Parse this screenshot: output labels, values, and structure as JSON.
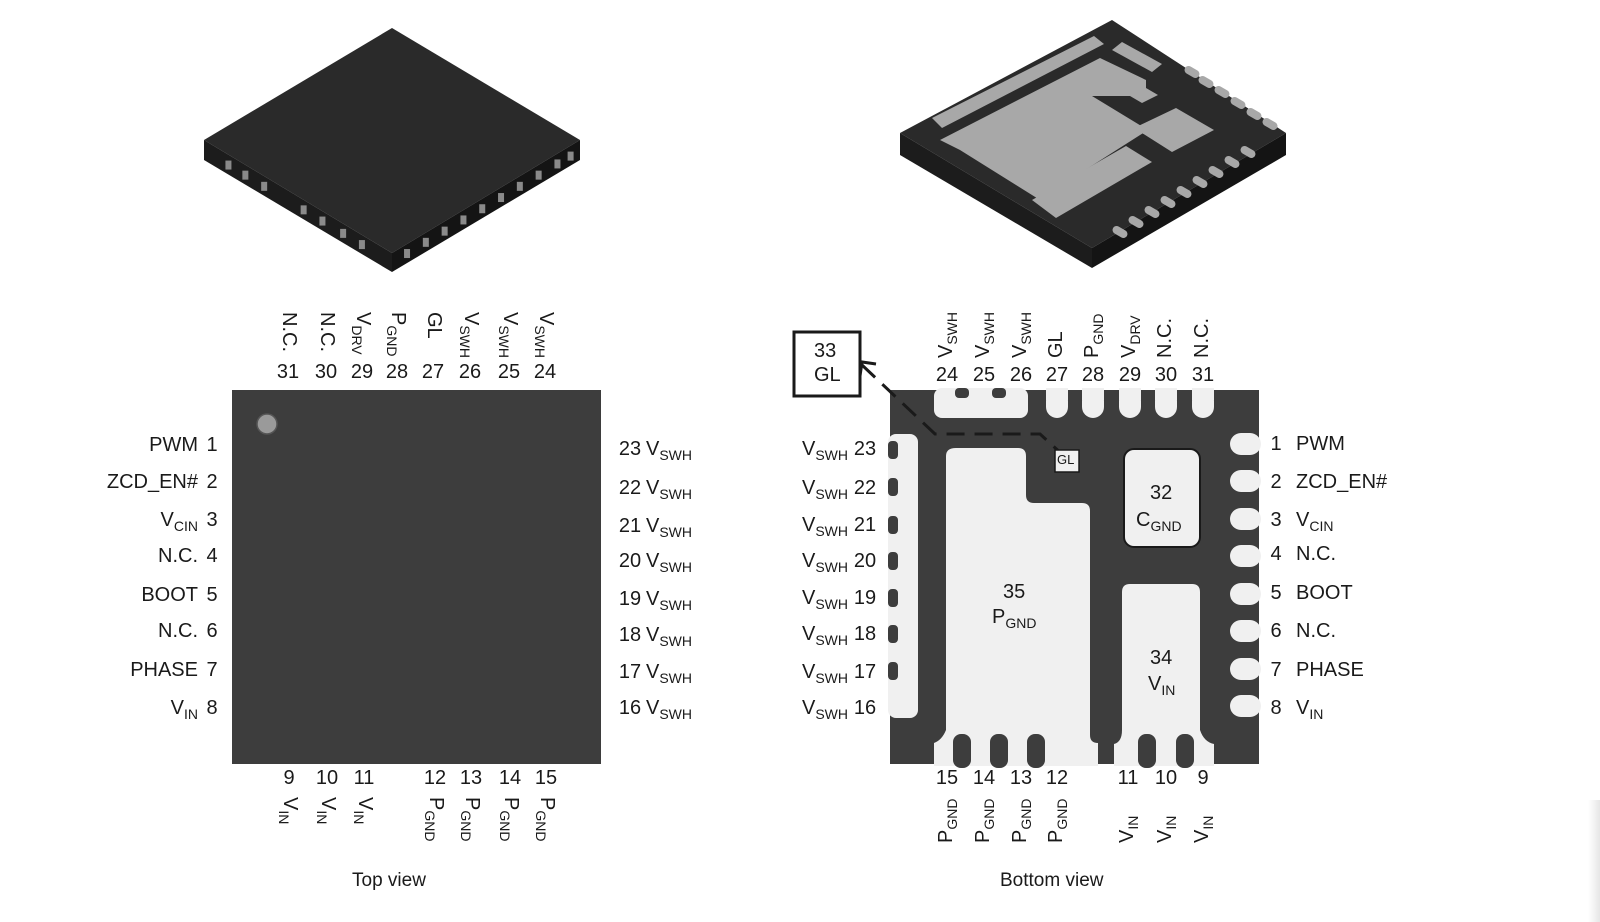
{
  "colors": {
    "package_body": "#3d3d3d",
    "package_3d_top": "#2a2a2a",
    "package_3d_side": "#1b1b1b",
    "pad_fill": "#f0f0f0",
    "pad_3d": "#a8a8a8",
    "pin1_dot": "#9a9a9a",
    "text": "#1a1a1a"
  },
  "captions": {
    "top_view": "Top view",
    "bottom_view": "Bottom view"
  },
  "top_view": {
    "left_pins": [
      {
        "num": "1",
        "name": "PWM",
        "sub": ""
      },
      {
        "num": "2",
        "name": "ZCD_EN#",
        "sub": ""
      },
      {
        "num": "3",
        "name": "V",
        "sub": "CIN"
      },
      {
        "num": "4",
        "name": "N.C.",
        "sub": ""
      },
      {
        "num": "5",
        "name": "BOOT",
        "sub": ""
      },
      {
        "num": "6",
        "name": "N.C.",
        "sub": ""
      },
      {
        "num": "7",
        "name": "PHASE",
        "sub": ""
      },
      {
        "num": "8",
        "name": "V",
        "sub": "IN"
      }
    ],
    "bottom_pins": [
      {
        "num": "9",
        "name": "V",
        "sub": "IN"
      },
      {
        "num": "10",
        "name": "V",
        "sub": "IN"
      },
      {
        "num": "11",
        "name": "V",
        "sub": "IN"
      },
      {
        "num": "12",
        "name": "P",
        "sub": "GND"
      },
      {
        "num": "13",
        "name": "P",
        "sub": "GND"
      },
      {
        "num": "14",
        "name": "P",
        "sub": "GND"
      },
      {
        "num": "15",
        "name": "P",
        "sub": "GND"
      }
    ],
    "right_pins": [
      {
        "num": "16",
        "name": "V",
        "sub": "SWH"
      },
      {
        "num": "17",
        "name": "V",
        "sub": "SWH"
      },
      {
        "num": "18",
        "name": "V",
        "sub": "SWH"
      },
      {
        "num": "19",
        "name": "V",
        "sub": "SWH"
      },
      {
        "num": "20",
        "name": "V",
        "sub": "SWH"
      },
      {
        "num": "21",
        "name": "V",
        "sub": "SWH"
      },
      {
        "num": "22",
        "name": "V",
        "sub": "SWH"
      },
      {
        "num": "23",
        "name": "V",
        "sub": "SWH"
      }
    ],
    "top_pins": [
      {
        "num": "24",
        "name": "V",
        "sub": "SWH"
      },
      {
        "num": "25",
        "name": "V",
        "sub": "SWH"
      },
      {
        "num": "26",
        "name": "V",
        "sub": "SWH"
      },
      {
        "num": "27",
        "name": "GL",
        "sub": ""
      },
      {
        "num": "28",
        "name": "P",
        "sub": "GND"
      },
      {
        "num": "29",
        "name": "V",
        "sub": "DRV"
      },
      {
        "num": "30",
        "name": "N.C.",
        "sub": ""
      },
      {
        "num": "31",
        "name": "N.C.",
        "sub": ""
      }
    ]
  },
  "bottom_view": {
    "right_pins": [
      {
        "num": "1",
        "name": "PWM",
        "sub": ""
      },
      {
        "num": "2",
        "name": "ZCD_EN#",
        "sub": ""
      },
      {
        "num": "3",
        "name": "V",
        "sub": "CIN"
      },
      {
        "num": "4",
        "name": "N.C.",
        "sub": ""
      },
      {
        "num": "5",
        "name": "BOOT",
        "sub": ""
      },
      {
        "num": "6",
        "name": "N.C.",
        "sub": ""
      },
      {
        "num": "7",
        "name": "PHASE",
        "sub": ""
      },
      {
        "num": "8",
        "name": "V",
        "sub": "IN"
      }
    ],
    "left_pins": [
      {
        "num": "23",
        "name": "V",
        "sub": "SWH"
      },
      {
        "num": "22",
        "name": "V",
        "sub": "SWH"
      },
      {
        "num": "21",
        "name": "V",
        "sub": "SWH"
      },
      {
        "num": "20",
        "name": "V",
        "sub": "SWH"
      },
      {
        "num": "19",
        "name": "V",
        "sub": "SWH"
      },
      {
        "num": "18",
        "name": "V",
        "sub": "SWH"
      },
      {
        "num": "17",
        "name": "V",
        "sub": "SWH"
      },
      {
        "num": "16",
        "name": "V",
        "sub": "SWH"
      }
    ],
    "top_pins": [
      {
        "num": "24",
        "name": "V",
        "sub": "SWH"
      },
      {
        "num": "25",
        "name": "V",
        "sub": "SWH"
      },
      {
        "num": "26",
        "name": "V",
        "sub": "SWH"
      },
      {
        "num": "27",
        "name": "GL",
        "sub": ""
      },
      {
        "num": "28",
        "name": "P",
        "sub": "GND"
      },
      {
        "num": "29",
        "name": "V",
        "sub": "DRV"
      },
      {
        "num": "30",
        "name": "N.C.",
        "sub": ""
      },
      {
        "num": "31",
        "name": "N.C.",
        "sub": ""
      }
    ],
    "bottom_pins": [
      {
        "num": "15",
        "name": "P",
        "sub": "GND"
      },
      {
        "num": "14",
        "name": "P",
        "sub": "GND"
      },
      {
        "num": "13",
        "name": "P",
        "sub": "GND"
      },
      {
        "num": "12",
        "name": "P",
        "sub": "GND"
      },
      {
        "num": "11",
        "name": "V",
        "sub": "IN"
      },
      {
        "num": "10",
        "name": "V",
        "sub": "IN"
      },
      {
        "num": "9",
        "name": "V",
        "sub": "IN"
      }
    ],
    "pads": {
      "pad32": {
        "num": "32",
        "name": "C",
        "sub": "GND"
      },
      "pad33": {
        "num": "33",
        "name": "GL",
        "small_label": "GL"
      },
      "pad34": {
        "num": "34",
        "name": "V",
        "sub": "IN"
      },
      "pad35": {
        "num": "35",
        "name": "P",
        "sub": "GND"
      }
    }
  }
}
